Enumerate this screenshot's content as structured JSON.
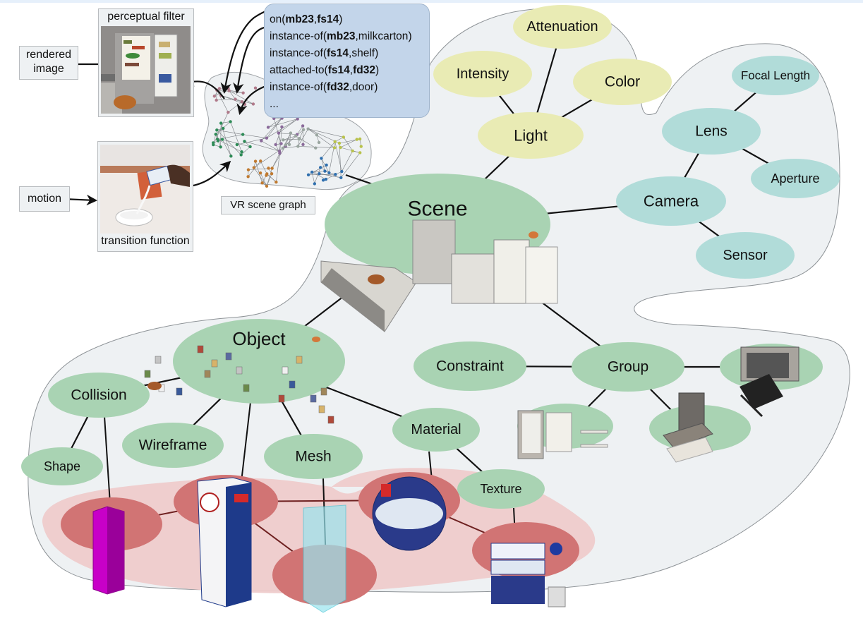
{
  "figure": {
    "title": "VR scene graph knowledge representation"
  },
  "pipeline": {
    "rendered_image_label": "rendered image",
    "rendered_image_lines": [
      "rendered",
      "image"
    ],
    "perceptual_filter_label": "perceptual filter",
    "motion_label": "motion",
    "transition_function_label": "transition function",
    "scene_graph_label": "VR scene graph"
  },
  "predicates": {
    "lines": [
      {
        "pred": "on",
        "args": [
          {
            "t": "mb23",
            "bold": true
          },
          {
            "t": "fs14",
            "bold": true
          }
        ]
      },
      {
        "pred": "instance-of",
        "args": [
          {
            "t": "mb23",
            "bold": true
          },
          {
            "t": "milkcarton",
            "bold": false
          }
        ]
      },
      {
        "pred": "instance-of",
        "args": [
          {
            "t": "fs14",
            "bold": true
          },
          {
            "t": "shelf",
            "bold": false
          }
        ]
      },
      {
        "pred": "attached-to",
        "args": [
          {
            "t": "fs14",
            "bold": true
          },
          {
            "t": "fd32",
            "bold": true
          }
        ]
      },
      {
        "pred": "instance-of",
        "args": [
          {
            "t": "fd32",
            "bold": true
          },
          {
            "t": "door",
            "bold": false
          }
        ]
      }
    ],
    "ellipsis": "..."
  },
  "nodes": {
    "scene": "Scene",
    "light": "Light",
    "attenuation": "Attenuation",
    "intensity": "Intensity",
    "color": "Color",
    "camera": "Camera",
    "lens": "Lens",
    "focal_length": "Focal Length",
    "aperture": "Aperture",
    "sensor": "Sensor",
    "object": "Object",
    "collision": "Collision",
    "shape": "Shape",
    "wireframe": "Wireframe",
    "mesh": "Mesh",
    "material": "Material",
    "texture": "Texture",
    "constraint": "Constraint",
    "group": "Group"
  },
  "colors": {
    "region_fill": "#eef1f3",
    "region_stroke": "#8e9397",
    "scene_node": "#a9d3b3",
    "light_node": "#e9ebb4",
    "camera_node": "#b1dcd9",
    "object_node": "#a9d3b3",
    "asset_region": "#eecbcb",
    "asset_node": "#d17474",
    "predicate_box": "#c3d5ea",
    "graph_green": "#2e8b57",
    "graph_orange": "#c07a30",
    "graph_blue": "#2f6fae",
    "graph_yellow": "#b8c24a",
    "graph_pink": "#b07a8a"
  }
}
